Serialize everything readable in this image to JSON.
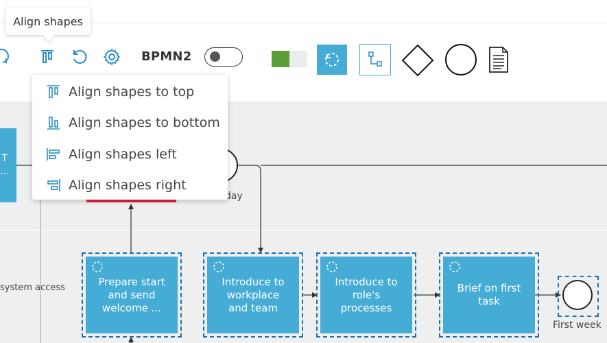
{
  "tooltip": {
    "text": "Align shapes"
  },
  "toolbar": {
    "mode_label": "BPMN2",
    "mode_toggle_on": false,
    "color_swatch": {
      "primary": "#5a9e3a",
      "secondary": "#ececec"
    },
    "shapes": [
      "loop-task-icon",
      "subprocess-icon",
      "gateway-diamond-icon",
      "event-circle-icon",
      "document-icon"
    ]
  },
  "align_menu": {
    "items": [
      {
        "label": "Align shapes to top",
        "icon": "align-top-icon"
      },
      {
        "label": "Align shapes to bottom",
        "icon": "align-bottom-icon"
      },
      {
        "label": "Align shapes left",
        "icon": "align-left-icon"
      },
      {
        "label": "Align shapes right",
        "icon": "align-right-icon"
      }
    ]
  },
  "diagram": {
    "lane_label": "system access",
    "upper_task_text": "T\n...",
    "tasks": [
      {
        "text": "Prepare start\nand send\nwelcome ..."
      },
      {
        "text": "Introduce to\nworkplace\nand team"
      },
      {
        "text": "Introduce to\nrole's\nprocesses"
      },
      {
        "text": "Brief on first\ntask"
      }
    ],
    "events": [
      {
        "label": "day"
      },
      {
        "label": "First week"
      }
    ]
  },
  "colors": {
    "accent": "#45acd6",
    "selection": "#1a6fb3",
    "marker_red": "#e8213f",
    "toolbar_icon": "#2a8cc4"
  }
}
